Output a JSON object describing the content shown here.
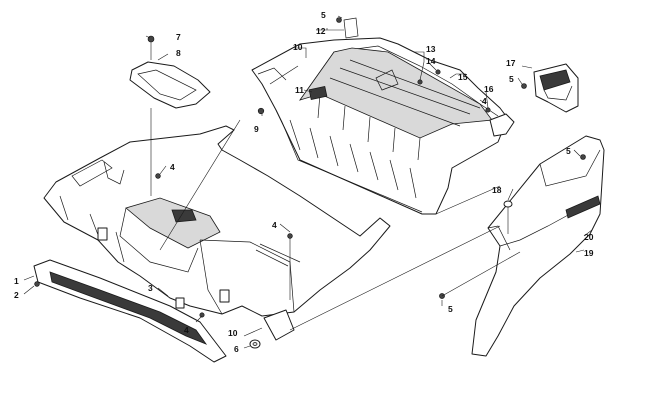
{
  "diagram": {
    "callouts": [
      {
        "id": "c1",
        "label": "1"
      },
      {
        "id": "c2",
        "label": "2"
      },
      {
        "id": "c3",
        "label": "3"
      },
      {
        "id": "c4a",
        "label": "4"
      },
      {
        "id": "c4b",
        "label": "4"
      },
      {
        "id": "c4c",
        "label": "4"
      },
      {
        "id": "c4d",
        "label": "4"
      },
      {
        "id": "c5a",
        "label": "5"
      },
      {
        "id": "c5b",
        "label": "5"
      },
      {
        "id": "c5c",
        "label": "5"
      },
      {
        "id": "c5d",
        "label": "5"
      },
      {
        "id": "c6",
        "label": "6"
      },
      {
        "id": "c7",
        "label": "7"
      },
      {
        "id": "c8",
        "label": "8"
      },
      {
        "id": "c9",
        "label": "9"
      },
      {
        "id": "c10a",
        "label": "10"
      },
      {
        "id": "c10b",
        "label": "10"
      },
      {
        "id": "c11",
        "label": "11"
      },
      {
        "id": "c12",
        "label": "12"
      },
      {
        "id": "c13",
        "label": "13"
      },
      {
        "id": "c14",
        "label": "14"
      },
      {
        "id": "c15",
        "label": "15"
      },
      {
        "id": "c16",
        "label": "16"
      },
      {
        "id": "c17",
        "label": "17"
      },
      {
        "id": "c18",
        "label": "18"
      },
      {
        "id": "c19",
        "label": "19"
      },
      {
        "id": "c20",
        "label": "20"
      }
    ]
  }
}
